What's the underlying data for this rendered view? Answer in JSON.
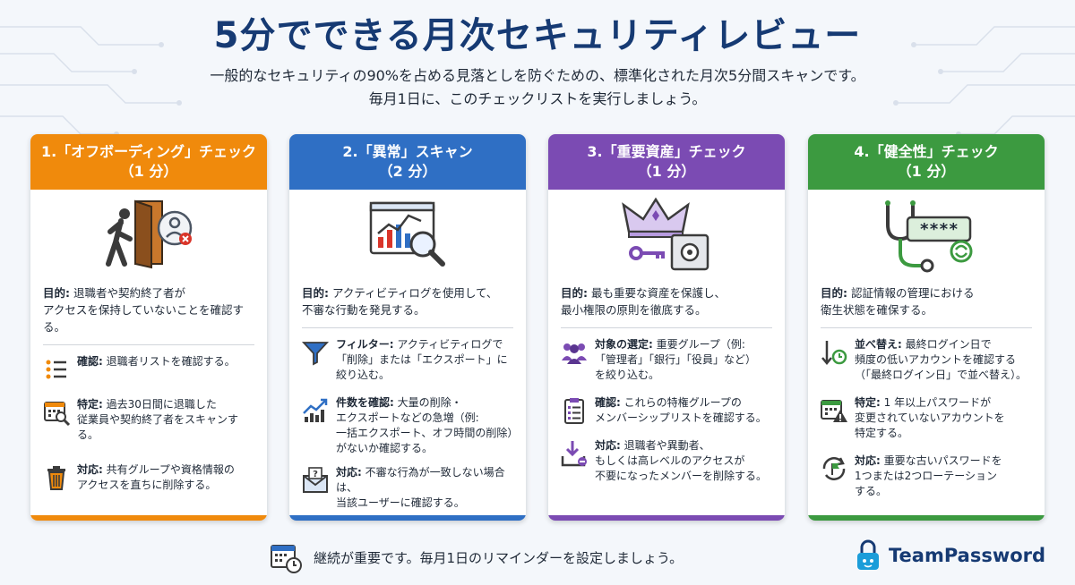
{
  "header": {
    "title": "5分でできる月次セキュリティレビュー",
    "subtitle_line1": "一般的なセキュリティの90%を占める見落としを防ぐための、標準化された月次5分間スキャンです。",
    "subtitle_line2": "毎月1日に、このチェックリストを実行しましょう。"
  },
  "colors": {
    "card1": "#f08a0c",
    "card2": "#2f6fc4",
    "card3": "#7b4bb3",
    "card4": "#3c9a40",
    "title": "#163a73"
  },
  "cards": [
    {
      "title": "1.「オフボーディング」チェック",
      "duration": "（1 分）",
      "goal_label": "目的:",
      "goal_line1": "退職者や契約終了者が",
      "goal_line2": "アクセスを保持していないことを確認する。",
      "hero_icon": "exit-door-icon",
      "steps": [
        {
          "icon": "checklist-icon",
          "label": "確認:",
          "text1": "退職者リストを確認する。",
          "text2": "",
          "text3": ""
        },
        {
          "icon": "calendar-search-icon",
          "label": "特定:",
          "text1": "過去30日間に退職した",
          "text2": "従業員や契約終了者をスキャンする。",
          "text3": ""
        },
        {
          "icon": "trash-icon",
          "label": "対応:",
          "text1": "共有グループや資格情報の",
          "text2": "アクセスを直ちに削除する。",
          "text3": ""
        }
      ]
    },
    {
      "title": "2.「異常」スキャン",
      "duration": "（2 分）",
      "goal_label": "目的:",
      "goal_line1": "アクティビティログを使用して、",
      "goal_line2": "不審な行動を発見する。",
      "hero_icon": "chart-magnifier-icon",
      "steps": [
        {
          "icon": "filter-icon",
          "label": "フィルター:",
          "text1": "アクティビティログで",
          "text2": "「削除」または「エクスポート」に",
          "text3": "絞り込む。"
        },
        {
          "icon": "trend-up-icon",
          "label": "件数を確認:",
          "text1": "大量の削除・",
          "text2": "エクスポートなどの急増（例:",
          "text3": "一括エクスポート、オフ時間の削除）"
        },
        {
          "icon": "mail-question-icon",
          "label": "対応:",
          "text1": "不審な行為が一致しない場合は、",
          "text2": "当該ユーザーに確認する。",
          "text3": ""
        }
      ],
      "step2_extra": "がないか確認する。"
    },
    {
      "title": "3.「重要資産」チェック",
      "duration": "（1 分）",
      "goal_label": "目的:",
      "goal_line1": "最も重要な資産を保護し、",
      "goal_line2": "最小権限の原則を徹底する。",
      "hero_icon": "crown-vault-icon",
      "steps": [
        {
          "icon": "group-icon",
          "label": "対象の選定:",
          "text1": "重要グループ（例:",
          "text2": "「管理者」「銀行」「役員」など）",
          "text3": "を絞り込む。"
        },
        {
          "icon": "clipboard-list-icon",
          "label": "確認:",
          "text1": "これらの特権グループの",
          "text2": "メンバーシップリストを確認する。",
          "text3": ""
        },
        {
          "icon": "remove-user-icon",
          "label": "対応:",
          "text1": "退職者や異動者、",
          "text2": "もしくは高レベルのアクセスが",
          "text3": "不要になったメンバーを削除する。"
        }
      ]
    },
    {
      "title": "4.「健全性」チェック",
      "duration": "（1 分）",
      "goal_label": "目的:",
      "goal_line1": "認証情報の管理における",
      "goal_line2": "衛生状態を確保する。",
      "hero_icon": "stethoscope-password-icon",
      "hero_password": "****",
      "steps": [
        {
          "icon": "sort-clock-icon",
          "label": "並べ替え:",
          "text1": "最終ログイン日で",
          "text2": "頻度の低いアカウントを確認する",
          "text3": "（「最終ログイン日」で並べ替え）。"
        },
        {
          "icon": "calendar-warning-icon",
          "label": "特定:",
          "text1": "1 年以上パスワードが",
          "text2": "変更されていないアカウントを",
          "text3": "特定する。"
        },
        {
          "icon": "rotate-flag-icon",
          "label": "対応:",
          "text1": "重要な古いパスワードを",
          "text2": "1つまたは2つローテーション",
          "text3": "する。"
        }
      ]
    }
  ],
  "footer": {
    "reminder": "継続が重要です。毎月1日のリマインダーを設定しましょう。",
    "brand": "TeamPassword"
  }
}
